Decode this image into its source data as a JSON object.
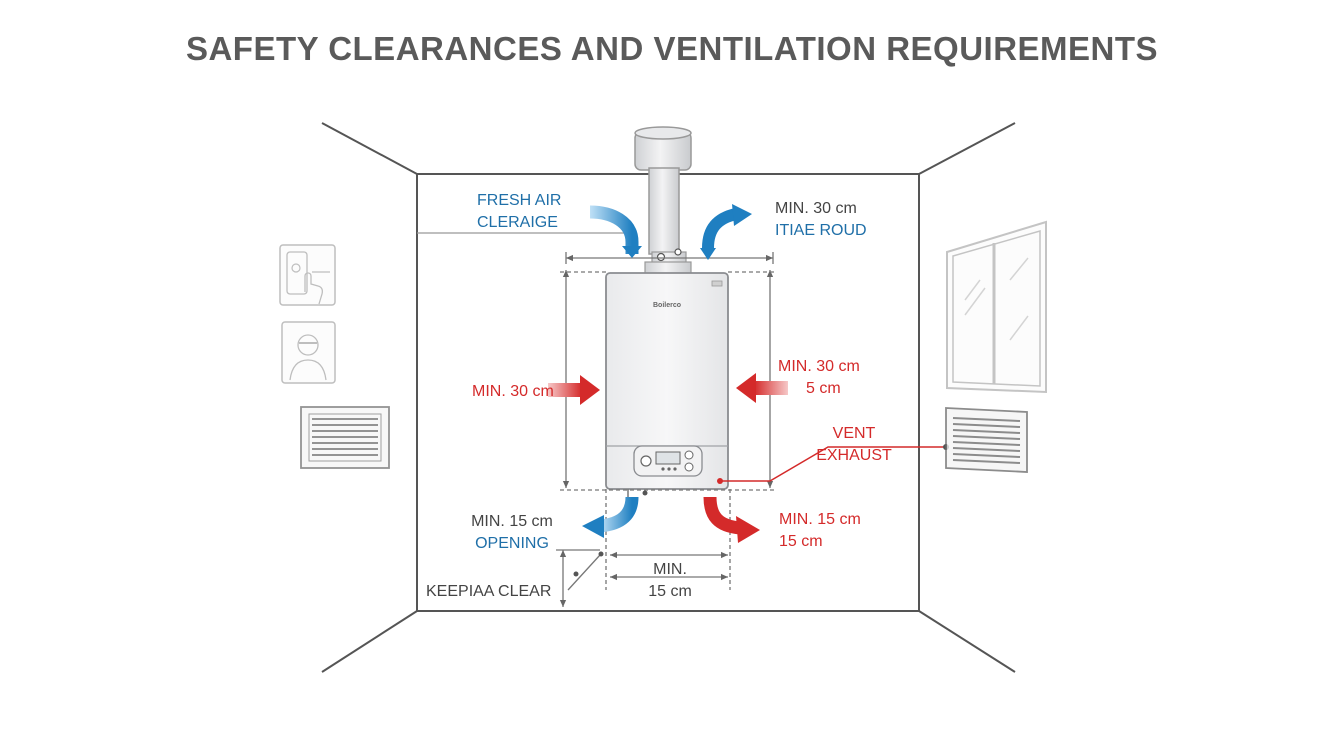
{
  "title": "SAFETY CLEARANCES AND VENTILATION REQUIREMENTS",
  "boiler": {
    "brand": "Boilerco"
  },
  "labels": {
    "fresh_air": [
      "FRESH AIR",
      "CLERAIGE"
    ],
    "top_right": [
      "MIN. 30 cm",
      "ITIAE ROUD"
    ],
    "left_side": "MIN. 30 cm",
    "right_side": [
      "MIN. 30 cm",
      "5 cm"
    ],
    "vent_exhaust": [
      "VENT",
      "EXHAUST"
    ],
    "bottom_left": [
      "MIN. 15 cm",
      "OPENING"
    ],
    "bottom_right": [
      "MIN. 15 cm",
      "15 cm"
    ],
    "bottom_center": [
      "MIN.",
      "15 cm"
    ],
    "keep_clear": "KEEPIAA CLEAR"
  },
  "colors": {
    "fresh_air": "#1f7fc1",
    "exhaust_heat": "#d42a2a",
    "lines": "#666666",
    "title": "#5a5a5a"
  },
  "icons": [
    "thermostat-touch-icon",
    "person-icon",
    "wall-vent-left-icon",
    "wall-vent-right-icon",
    "window-icon"
  ]
}
